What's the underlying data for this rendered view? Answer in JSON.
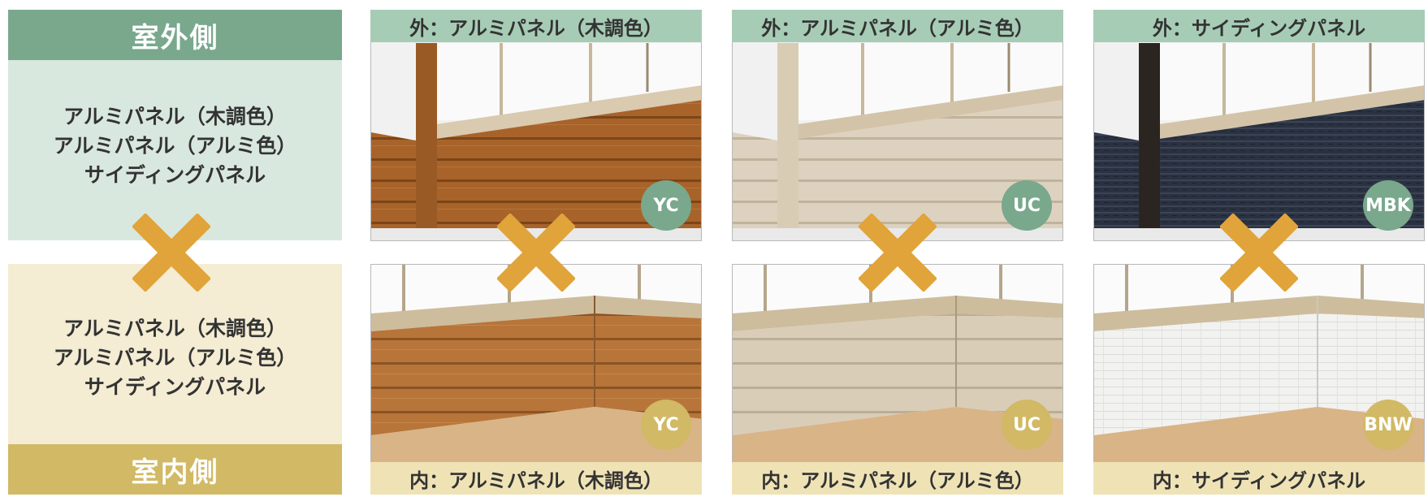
{
  "colors": {
    "outdoor_green": "#79a88d",
    "outdoor_panel_bg": "#d9e8df",
    "outdoor_caption_bg": "#a7ccb6",
    "indoor_gold": "#d1b965",
    "indoor_panel_bg": "#f4ecd3",
    "indoor_caption_bg": "#efe3b6",
    "cross": "#e0a43a"
  },
  "left": {
    "outdoor_header": "室外側",
    "outdoor_items": [
      "アルミパネル（木調色）",
      "アルミパネル（アルミ色）",
      "サイディングパネル"
    ],
    "indoor_items": [
      "アルミパネル（木調色）",
      "アルミパネル（アルミ色）",
      "サイディングパネル"
    ],
    "indoor_header": "室内側",
    "cross_icon": "cross-icon"
  },
  "columns": [
    {
      "outer_caption": "外：アルミパネル（木調色）",
      "outer_badge": "YC",
      "inner_caption": "内：アルミパネル（木調色）",
      "inner_badge": "YC"
    },
    {
      "outer_caption": "外：アルミパネル（アルミ色）",
      "outer_badge": "UC",
      "inner_caption": "内：アルミパネル（アルミ色）",
      "inner_badge": "UC"
    },
    {
      "outer_caption": "外：サイディングパネル",
      "outer_badge": "MBK",
      "inner_caption": "内：サイディングパネル",
      "inner_badge": "BNW"
    }
  ]
}
